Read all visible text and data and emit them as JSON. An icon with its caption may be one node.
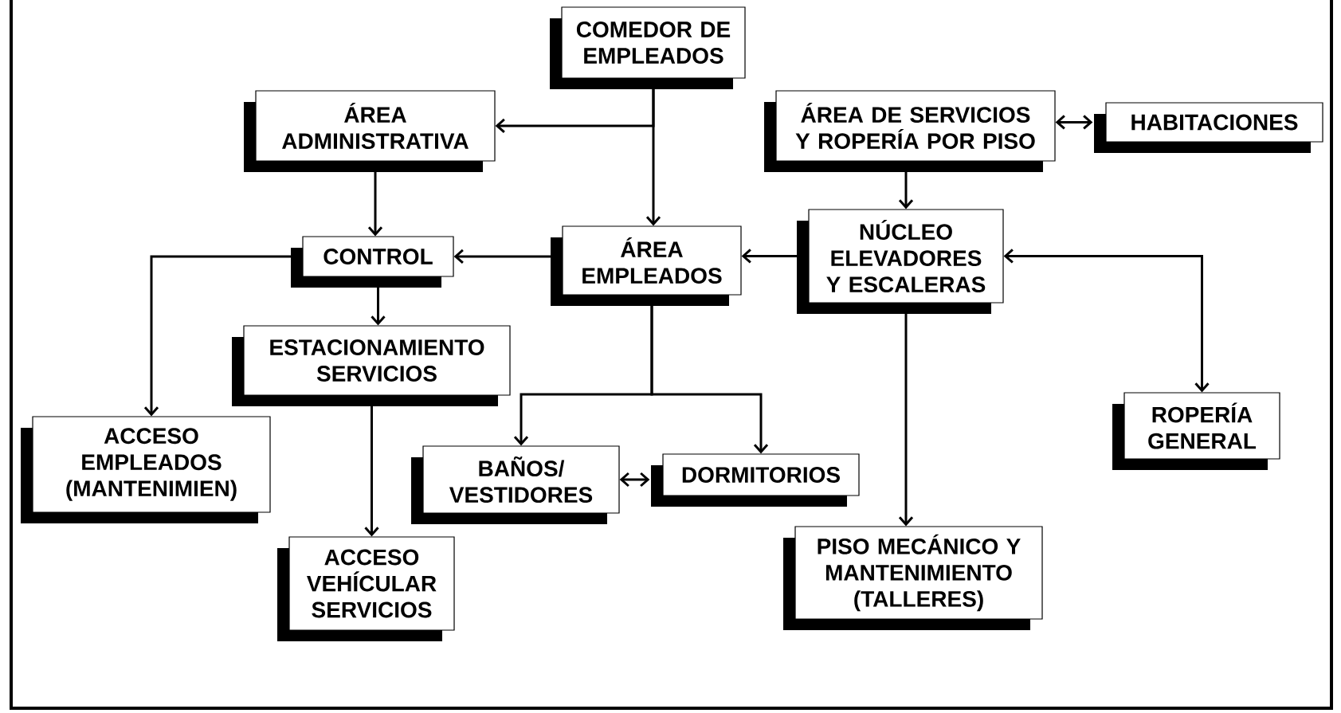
{
  "diagram": {
    "nodes": [
      {
        "text": [
          "COMEDOR DE EMPLEADOS"
        ]
      },
      {
        "text": [
          "ÁREA ADMINISTRATIVA"
        ]
      },
      {
        "text": [
          "ÁREA DE SERVICIOS Y ROPERÍA POR PISO"
        ]
      },
      {
        "text": [
          "HABITACIONES"
        ]
      },
      {
        "text": [
          "CONTROL"
        ]
      },
      {
        "text": [
          "ÁREA EMPLEADOS"
        ]
      },
      {
        "text": [
          "NÚCLEO ELEVADORES Y ESCALERAS"
        ]
      },
      {
        "text": [
          "ESTACIONAMIENTO SERVICIOS"
        ]
      },
      {
        "text": [
          "ACCESO EMPLEADOS (MANTENIMIEN)"
        ]
      },
      {
        "text": [
          "ACCESO VEHÍCULAR SERVICIOS"
        ]
      },
      {
        "text": [
          "BAÑOS/ VESTIDORES"
        ]
      },
      {
        "text": [
          "DORMITORIOS"
        ]
      },
      {
        "text": [
          "PISO MECÁNICO Y MANTENIMIENTO (TALLERES)"
        ]
      },
      {
        "text": [
          "ROPERÍA GENERAL"
        ]
      }
    ],
    "edges": [
      {
        "from": 0,
        "to": 1,
        "arrow": "to"
      },
      {
        "from": 0,
        "to": 5,
        "arrow": "to"
      },
      {
        "from": 1,
        "to": 4,
        "arrow": "to"
      },
      {
        "from": 5,
        "to": 4,
        "arrow": "to"
      },
      {
        "from": 2,
        "to": 3,
        "arrow": "both"
      },
      {
        "from": 2,
        "to": 6,
        "arrow": "to"
      },
      {
        "from": 6,
        "to": 5,
        "arrow": "to"
      },
      {
        "from": 6,
        "to": 13,
        "arrow": "both"
      },
      {
        "from": 6,
        "to": 12,
        "arrow": "to"
      },
      {
        "from": 4,
        "to": 8,
        "arrow": "to"
      },
      {
        "from": 4,
        "to": 7,
        "arrow": "to"
      },
      {
        "from": 7,
        "to": 9,
        "arrow": "to"
      },
      {
        "from": 5,
        "to": 10,
        "arrow": "to"
      },
      {
        "from": 5,
        "to": 11,
        "arrow": "to"
      },
      {
        "from": 10,
        "to": 11,
        "arrow": "both"
      }
    ]
  }
}
